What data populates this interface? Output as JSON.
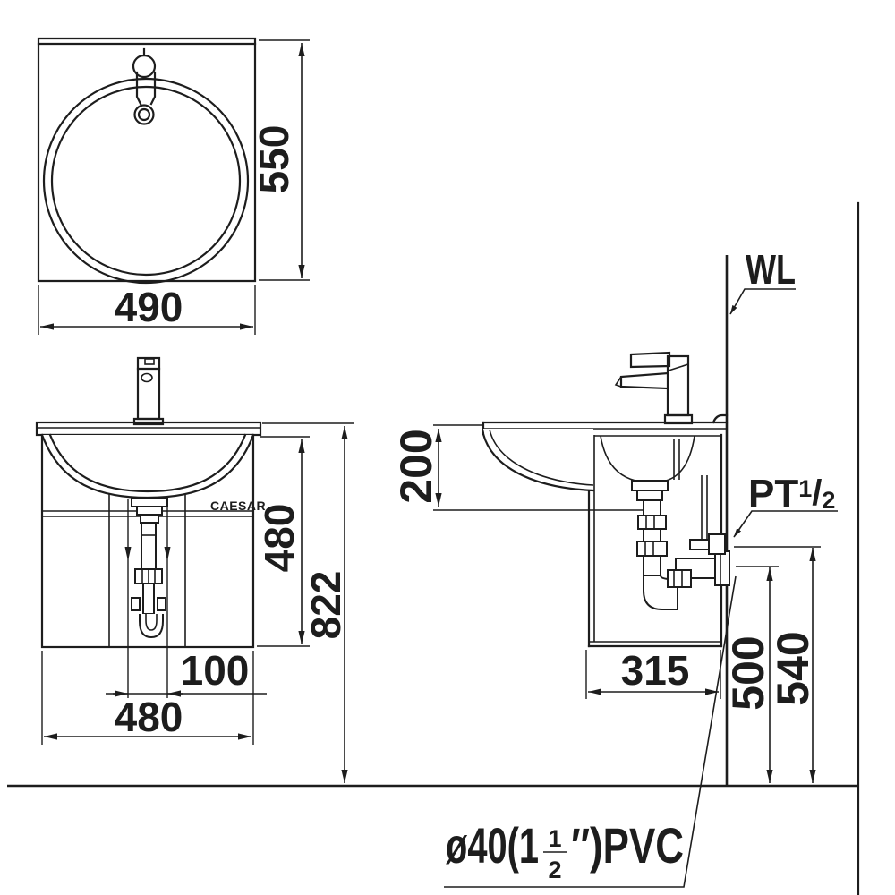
{
  "document": {
    "type": "sanitary-ware installation drawing",
    "brand": "CAESAR"
  },
  "colors": {
    "line": "#1d1d1d",
    "background": "#ffffff"
  },
  "dimensions": {
    "plan_width": "490",
    "plan_depth": "550",
    "cabinet_height": "480",
    "total_height": "822",
    "drain_offset": "100",
    "cabinet_width": "480",
    "basin_drop": "200",
    "cabinet_depth": "315",
    "drain_outlet_height": "500",
    "supply_height": "540"
  },
  "labels": {
    "wall_line": "WL",
    "supply_thread": "PT",
    "supply_frac": {
      "num": "1",
      "slash": "/",
      "den": "2"
    },
    "brand": "CAESAR",
    "drain_pipe": {
      "prefix": "ø40(1",
      "frac_num": "1",
      "frac_den": "2",
      "suffix": "″)PVC"
    }
  }
}
